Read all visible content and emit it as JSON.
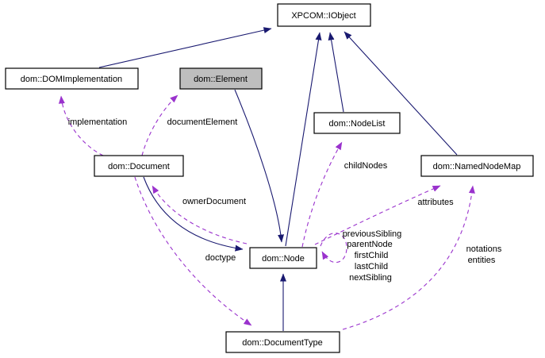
{
  "diagram": {
    "type": "class-collaboration-diagram",
    "colors": {
      "inheritance_edge": "#191970",
      "usage_edge": "#9a32cd",
      "node_fill": "#ffffff",
      "highlight_fill": "#bebebe",
      "border": "#000000",
      "background": "#ffffff"
    },
    "nodes": [
      {
        "id": "iobject",
        "label": "XPCOM::IObject",
        "highlighted": false
      },
      {
        "id": "domimplementation",
        "label": "dom::DOMImplementation",
        "highlighted": false
      },
      {
        "id": "element",
        "label": "dom::Element",
        "highlighted": true
      },
      {
        "id": "document",
        "label": "dom::Document",
        "highlighted": false
      },
      {
        "id": "nodelist",
        "label": "dom::NodeList",
        "highlighted": false
      },
      {
        "id": "namednodemap",
        "label": "dom::NamedNodeMap",
        "highlighted": false
      },
      {
        "id": "node",
        "label": "dom::Node",
        "highlighted": false
      },
      {
        "id": "documenttype",
        "label": "dom::DocumentType",
        "highlighted": false
      }
    ],
    "edge_labels": {
      "implementation": "implementation",
      "documentElement": "documentElement",
      "childNodes": "childNodes",
      "ownerDocument": "ownerDocument",
      "attributes": "attributes",
      "doctype": "doctype",
      "notations": "notations",
      "entities": "entities",
      "previousSibling": "previousSibling",
      "parentNode": "parentNode",
      "firstChild": "firstChild",
      "lastChild": "lastChild",
      "nextSibling": "nextSibling"
    }
  }
}
